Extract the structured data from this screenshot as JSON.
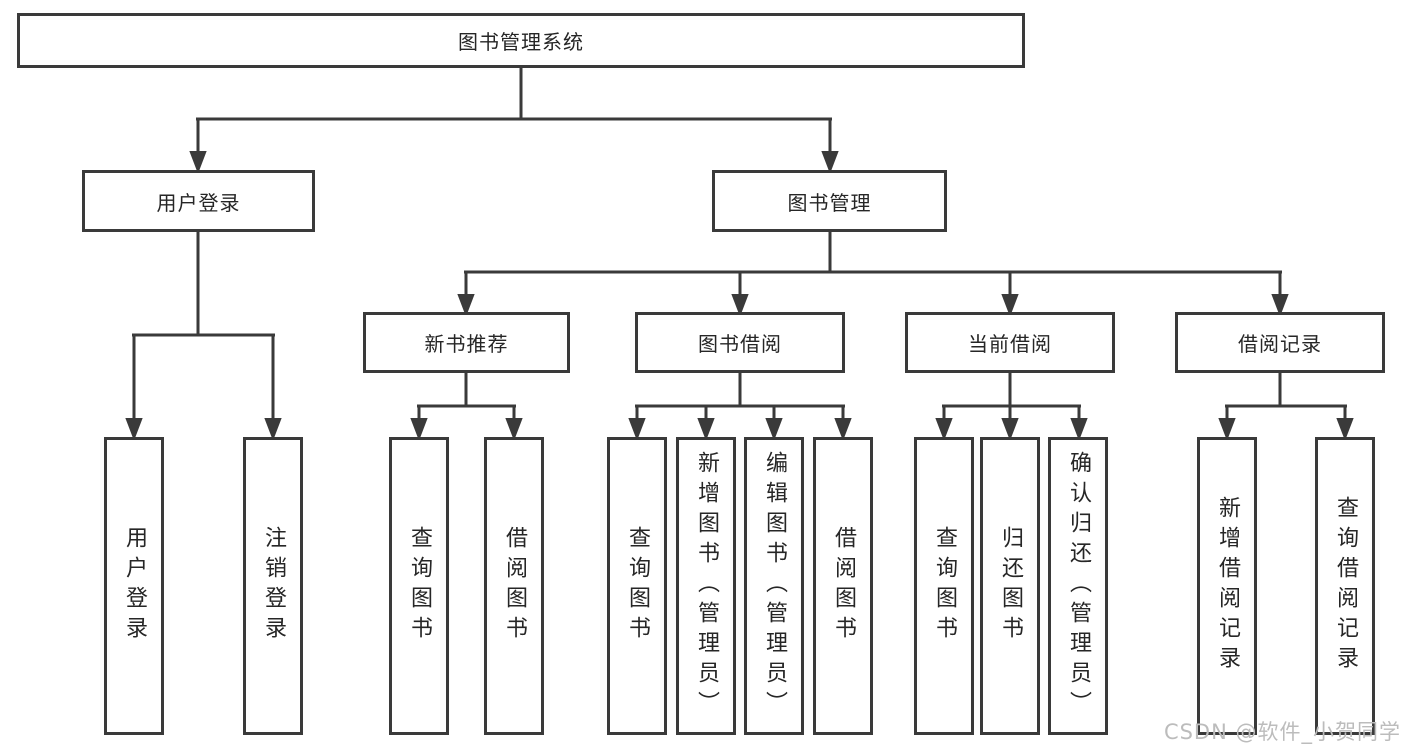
{
  "colors": {
    "line": "#3a3a3a",
    "text": "#262626",
    "watermark": "#bcbcbc",
    "background": "#ffffff"
  },
  "watermark": {
    "text": "CSDN @软件_小贺同学"
  },
  "tree": {
    "label": "图书管理系统",
    "children": [
      {
        "label": "用户登录",
        "children": [
          {
            "label": "用户登录"
          },
          {
            "label": "注销登录"
          }
        ]
      },
      {
        "label": "图书管理",
        "children": [
          {
            "label": "新书推荐",
            "children": [
              {
                "label": "查询图书"
              },
              {
                "label": "借阅图书"
              }
            ]
          },
          {
            "label": "图书借阅",
            "children": [
              {
                "label": "查询图书"
              },
              {
                "label": "新增图书（管理员）"
              },
              {
                "label": "编辑图书（管理员）"
              },
              {
                "label": "借阅图书"
              }
            ]
          },
          {
            "label": "当前借阅",
            "children": [
              {
                "label": "查询图书"
              },
              {
                "label": "归还图书"
              },
              {
                "label": "确认归还（管理员）"
              }
            ]
          },
          {
            "label": "借阅记录",
            "children": [
              {
                "label": "新增借阅记录"
              },
              {
                "label": "查询借阅记录"
              }
            ]
          }
        ]
      }
    ]
  }
}
